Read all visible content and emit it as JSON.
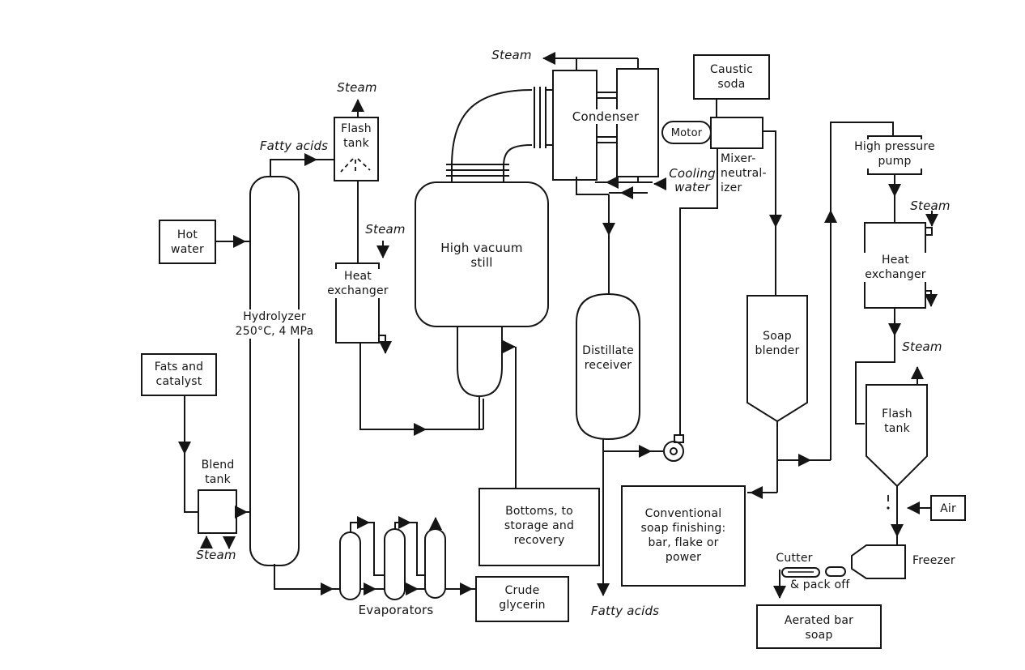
{
  "colors": {
    "ink": "#151515",
    "paper": "#ffffff"
  },
  "labels": {
    "steam_flash_left": "Steam",
    "fatty_acids_top": "Fatty acids",
    "flash_tank_left": "Flash\ntank",
    "hot_water": "Hot\nwater",
    "hydrolyzer": "Hydrolyzer\n250°C, 4 MPa",
    "steam_hx_left": "Steam",
    "heat_exchanger_left": "Heat\nexchanger",
    "fats_and_catalyst": "Fats and\ncatalyst",
    "blend_tank": "Blend\ntank",
    "steam_blend_tank": "Steam",
    "evaporators": "Evaporators",
    "crude_glycerin": "Crude\nglycerin",
    "high_vacuum_still": "High vacuum\nstill",
    "steam_condenser": "Steam",
    "condenser": "Condenser",
    "cooling_water": "Cooling\nwater",
    "motor": "Motor",
    "caustic_soda": "Caustic\nsoda",
    "mixer_neutralizer": "Mixer-\nneutral-\nizer",
    "distillate_receiver": "Distillate\nreceiver",
    "bottoms": "Bottoms, to\nstorage and\nrecovery",
    "fatty_acids_bottom": "Fatty acids",
    "soap_finishing": "Conventional\nsoap finishing:\nbar, flake or\npower",
    "soap_blender": "Soap\nblender",
    "high_pressure_pump": "High pressure\npump",
    "steam_hx_right": "Steam",
    "heat_exchanger_right": "Heat\nexchanger",
    "steam_flash_right": "Steam",
    "flash_tank_right": "Flash\ntank",
    "air": "Air",
    "freezer": "Freezer",
    "cutter": "Cutter",
    "pack_off": "& pack off",
    "aerated_bar_soap": "Aerated bar\nsoap"
  }
}
